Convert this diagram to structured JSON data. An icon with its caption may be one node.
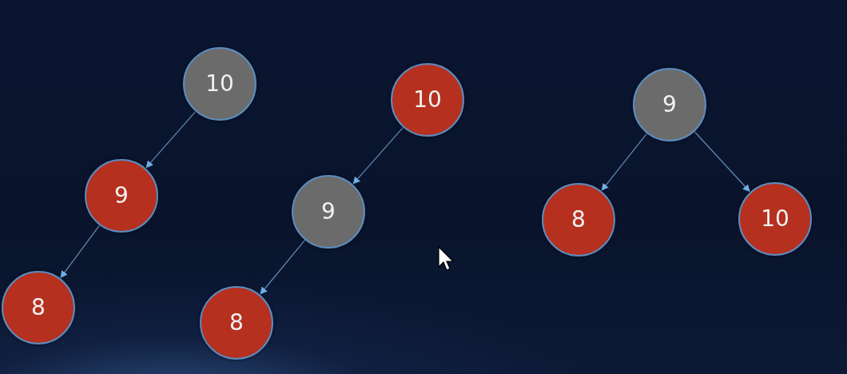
{
  "diagram": {
    "nodes": [
      {
        "text": [
          "10"
        ]
      },
      {
        "text": [
          "9"
        ]
      },
      {
        "text": [
          "8"
        ]
      },
      {
        "text": [
          "10"
        ]
      },
      {
        "text": [
          "9"
        ]
      },
      {
        "text": [
          "8"
        ]
      },
      {
        "text": [
          "9"
        ]
      },
      {
        "text": [
          "8"
        ]
      },
      {
        "text": [
          "10"
        ]
      }
    ],
    "edges": [
      {
        "from": 0,
        "to": 1,
        "arrow": "to"
      },
      {
        "from": 1,
        "to": 2,
        "arrow": "to"
      },
      {
        "from": 3,
        "to": 4,
        "arrow": "to"
      },
      {
        "from": 4,
        "to": 5,
        "arrow": "to"
      },
      {
        "from": 6,
        "to": 7,
        "arrow": "to"
      },
      {
        "from": 6,
        "to": 8,
        "arrow": "to"
      }
    ]
  }
}
